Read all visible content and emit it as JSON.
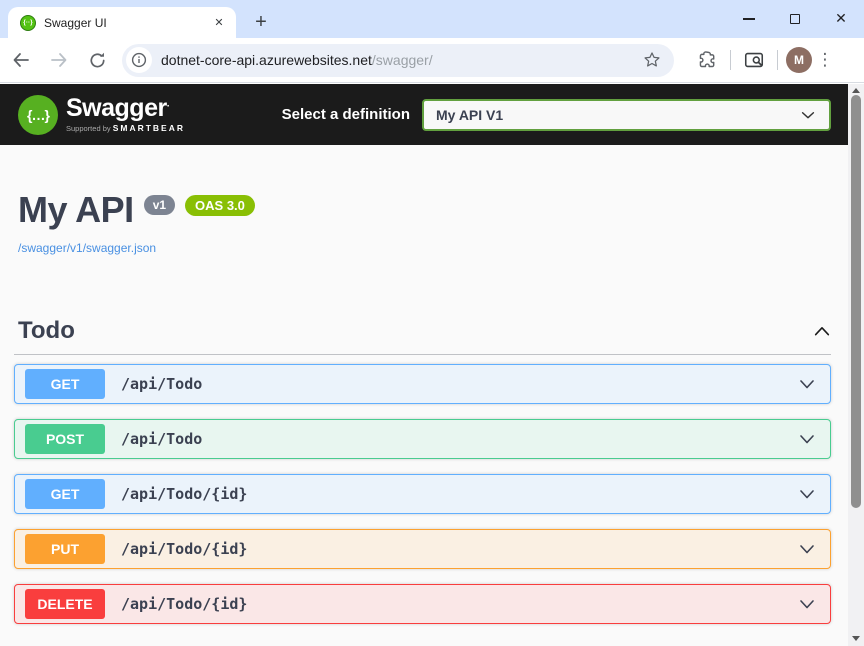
{
  "browser": {
    "tab": {
      "title": "Swagger UI",
      "close_glyph": "✕",
      "favicon_glyph": "{··}"
    },
    "new_tab_glyph": "+",
    "url": {
      "host": "dotnet-core-api.azurewebsites.net",
      "path": "/swagger/"
    },
    "avatar_letter": "M",
    "menu_glyph": "⋮"
  },
  "topbar": {
    "logo_glyph": "{…}",
    "logo_text": "Swagger",
    "logo_tm": ".",
    "supported_by": "Supported by ",
    "brand": "SMARTBEAR",
    "select_label": "Select a definition",
    "select_value": "My API V1"
  },
  "api": {
    "title": "My API",
    "version_badge": "v1",
    "oas_badge": "OAS 3.0",
    "spec_link": "/swagger/v1/swagger.json"
  },
  "section": {
    "title": "Todo"
  },
  "operations": [
    {
      "method": "GET",
      "path": "/api/Todo",
      "color": "#61affe",
      "bg": "#ebf3fb"
    },
    {
      "method": "POST",
      "path": "/api/Todo",
      "color": "#49cc90",
      "bg": "#e8f6f0"
    },
    {
      "method": "GET",
      "path": "/api/Todo/{id}",
      "color": "#61affe",
      "bg": "#ebf3fb"
    },
    {
      "method": "PUT",
      "path": "/api/Todo/{id}",
      "color": "#fca130",
      "bg": "#faf0e3"
    },
    {
      "method": "DELETE",
      "path": "/api/Todo/{id}",
      "color": "#f93e3e",
      "bg": "#fae7e7"
    }
  ],
  "colors": {
    "chrome_frame": "#d3e3fd",
    "swagger_topbar": "#1b1b1b",
    "select_border": "#62a03f",
    "title_text": "#3b4151",
    "link": "#4990e2",
    "version_badge_bg": "#7d8492",
    "oas_badge_bg": "#89bf04"
  }
}
